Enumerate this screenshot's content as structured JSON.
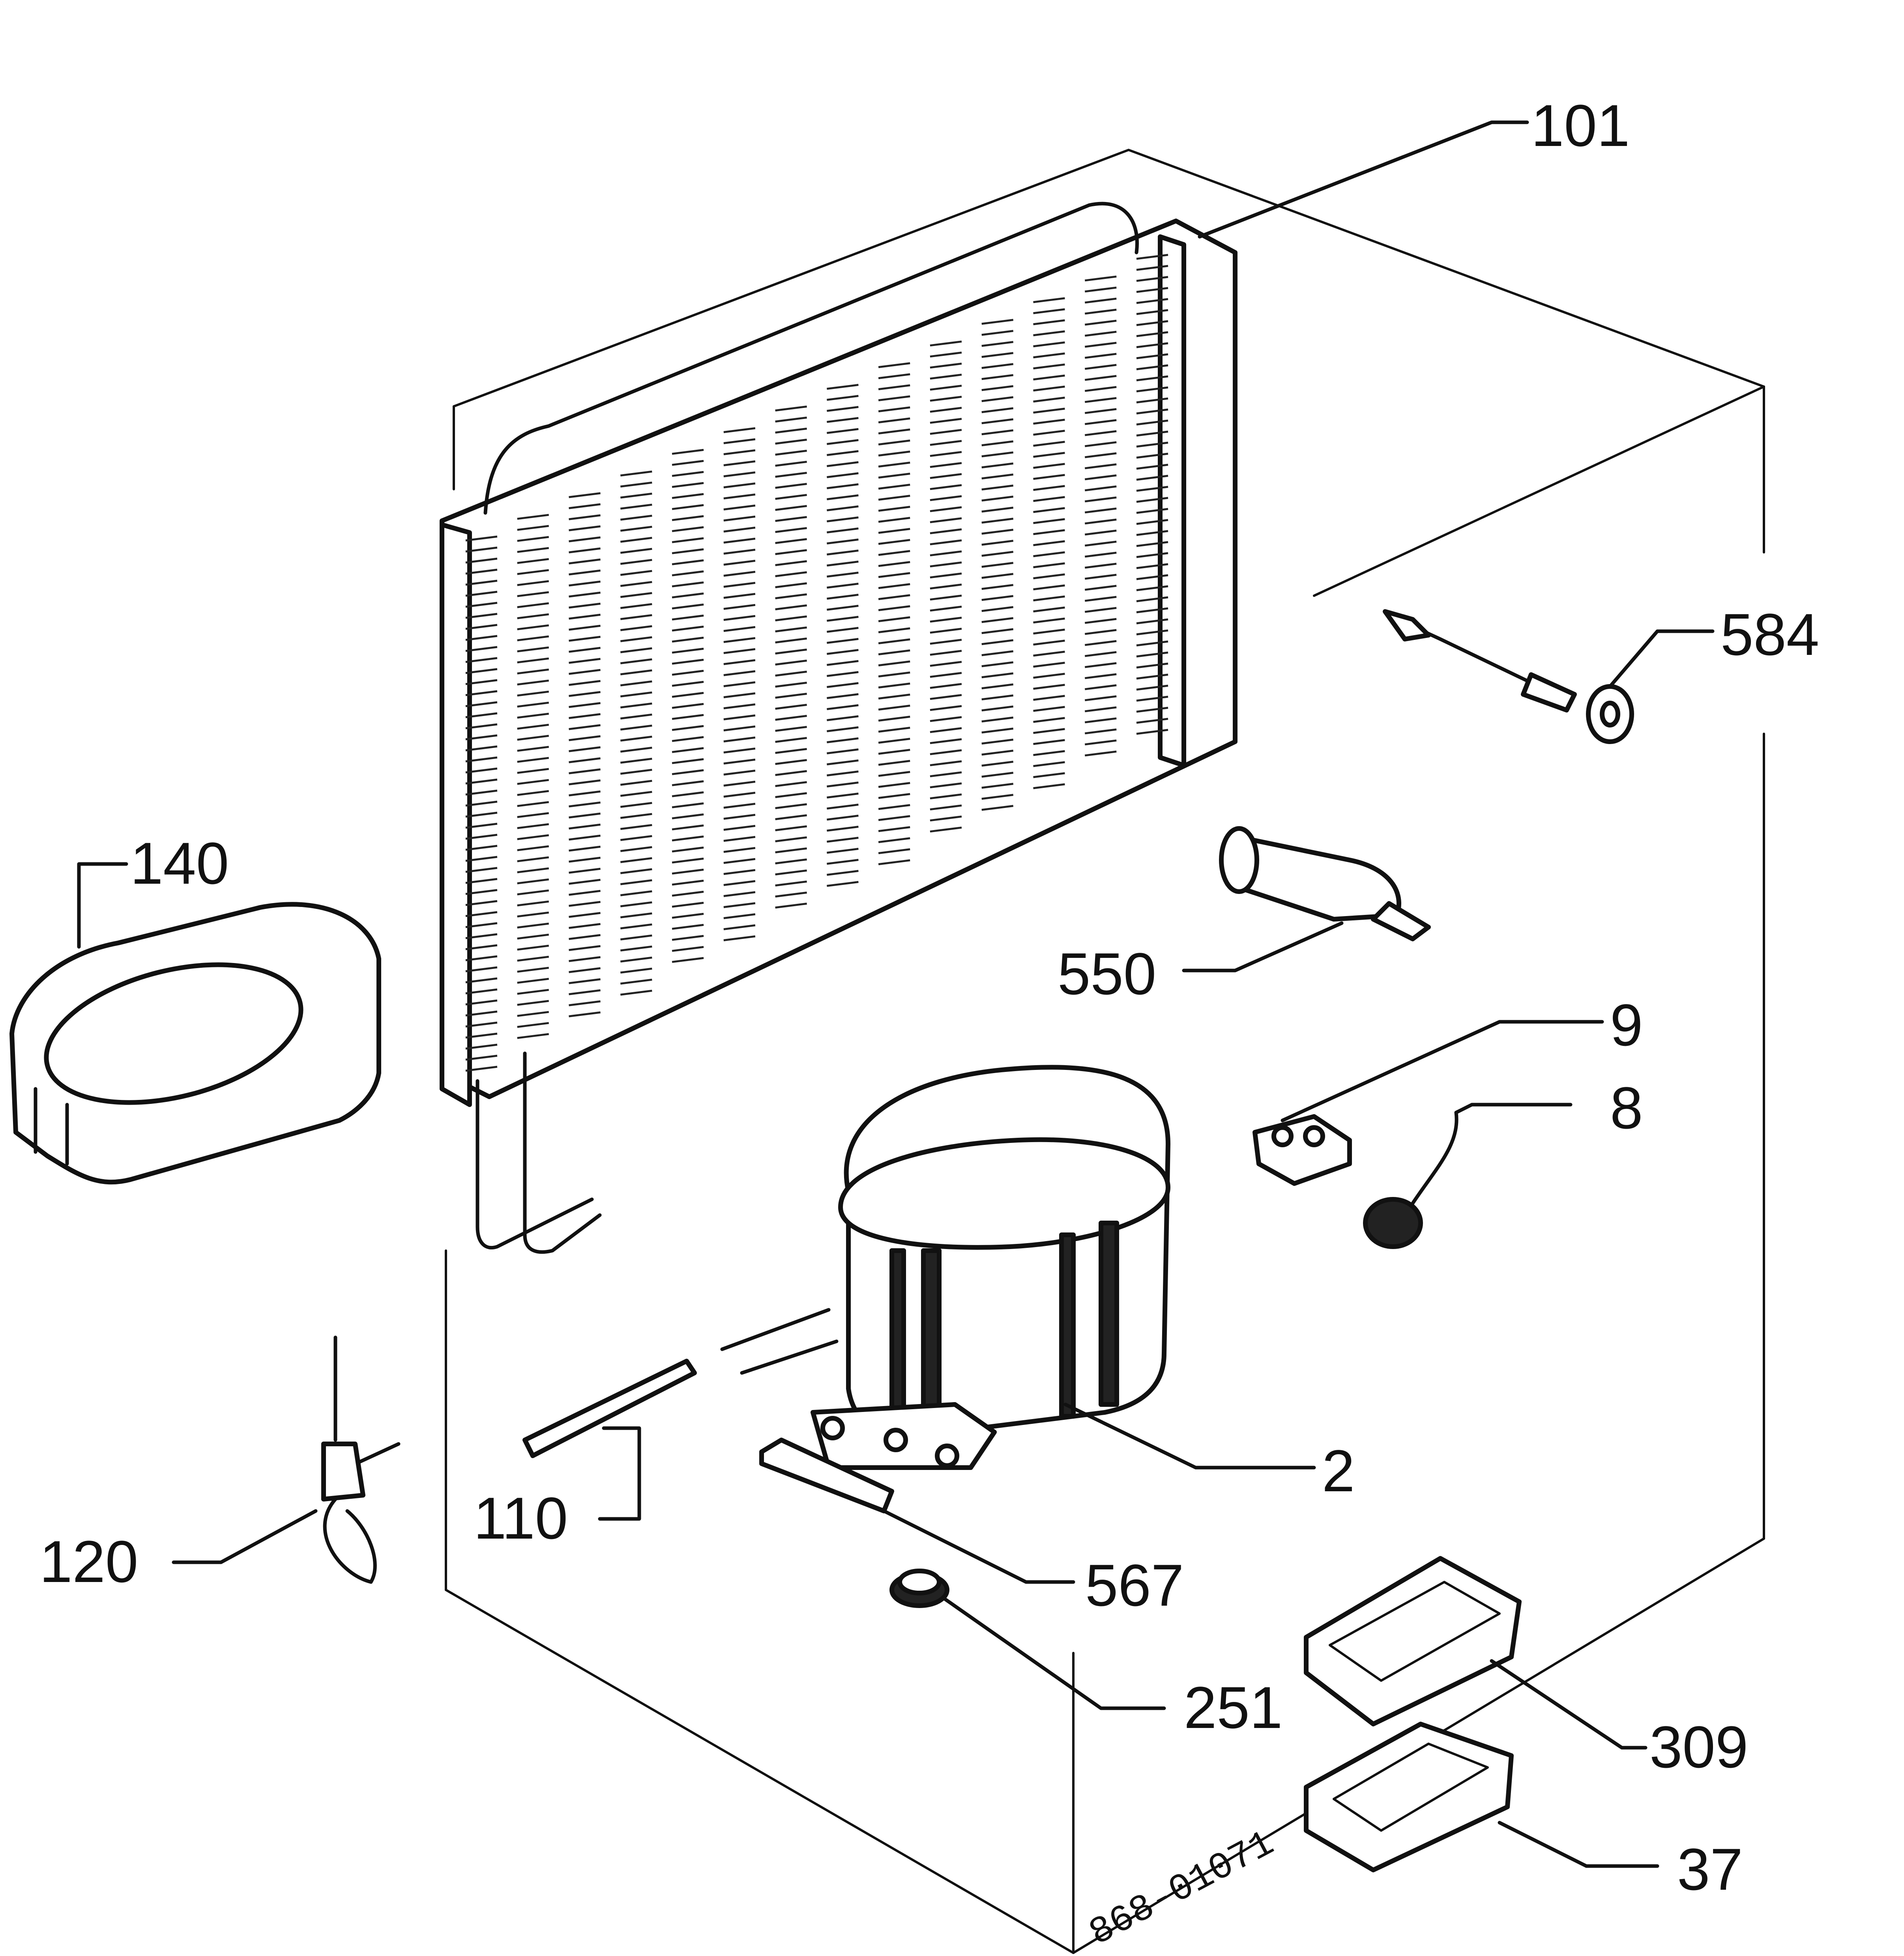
{
  "labels": {
    "l101": "101",
    "l584": "584",
    "l140": "140",
    "l550": "550",
    "l9": "9",
    "l8": "8",
    "l2": "2",
    "l110": "110",
    "l120": "120",
    "l567": "567",
    "l251": "251",
    "l309": "309",
    "l37": "37"
  },
  "drawing_reference": "868-01071"
}
